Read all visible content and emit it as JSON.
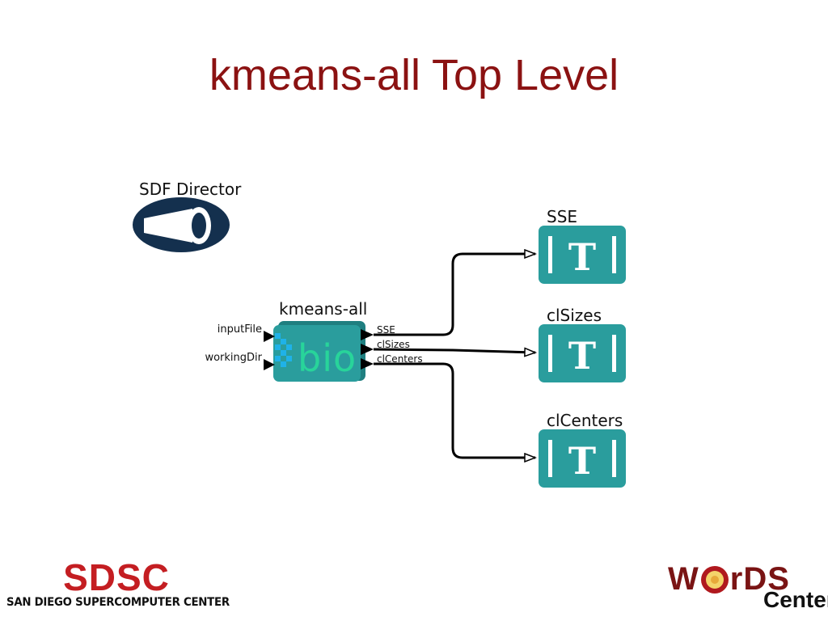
{
  "slide": {
    "title": "kmeans-all Top Level"
  },
  "director": {
    "label": "SDF Director"
  },
  "actor": {
    "name": "kmeans-all",
    "icon_text": "bio",
    "inputs": [
      "inputFile",
      "workingDir"
    ],
    "outputs": [
      "SSE",
      "clSizes",
      "clCenters"
    ]
  },
  "sinks": [
    {
      "label": "SSE",
      "icon_text": "T"
    },
    {
      "label": "clSizes",
      "icon_text": "T"
    },
    {
      "label": "clCenters",
      "icon_text": "T"
    }
  ],
  "logos": {
    "sdsc_big": "SDSC",
    "sdsc_small": "SAN DIEGO SUPERCOMPUTER CENTER",
    "words_part1": "W",
    "words_part2": "rDS",
    "words_sub": "Center"
  },
  "colors": {
    "title": "#8b1212",
    "teal": "#2a9d9d",
    "director_navy": "#14304e",
    "sdsc_red": "#c41e22",
    "words_red": "#7a1414"
  }
}
